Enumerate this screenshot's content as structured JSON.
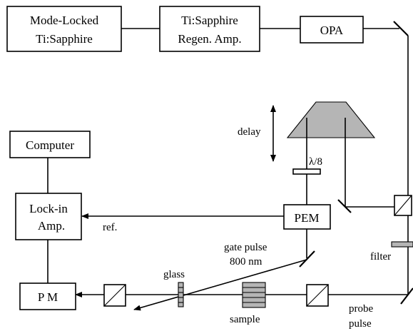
{
  "boxes": {
    "mode_locked_line1": "Mode-Locked",
    "mode_locked_line2": "Ti:Sapphire",
    "regen_line1": "Ti:Sapphire",
    "regen_line2": "Regen. Amp.",
    "opa": "OPA",
    "computer": "Computer",
    "lockin_line1": "Lock-in",
    "lockin_line2": "Amp.",
    "pem": "PEM",
    "pm": "P M"
  },
  "labels": {
    "delay": "delay",
    "waveplate": "λ/8",
    "ref": "ref.",
    "gate_pulse_line1": "gate pulse",
    "gate_pulse_line2": "800 nm",
    "glass": "glass",
    "sample": "sample",
    "filter": "filter",
    "probe_line1": "probe",
    "probe_line2": "pulse"
  }
}
